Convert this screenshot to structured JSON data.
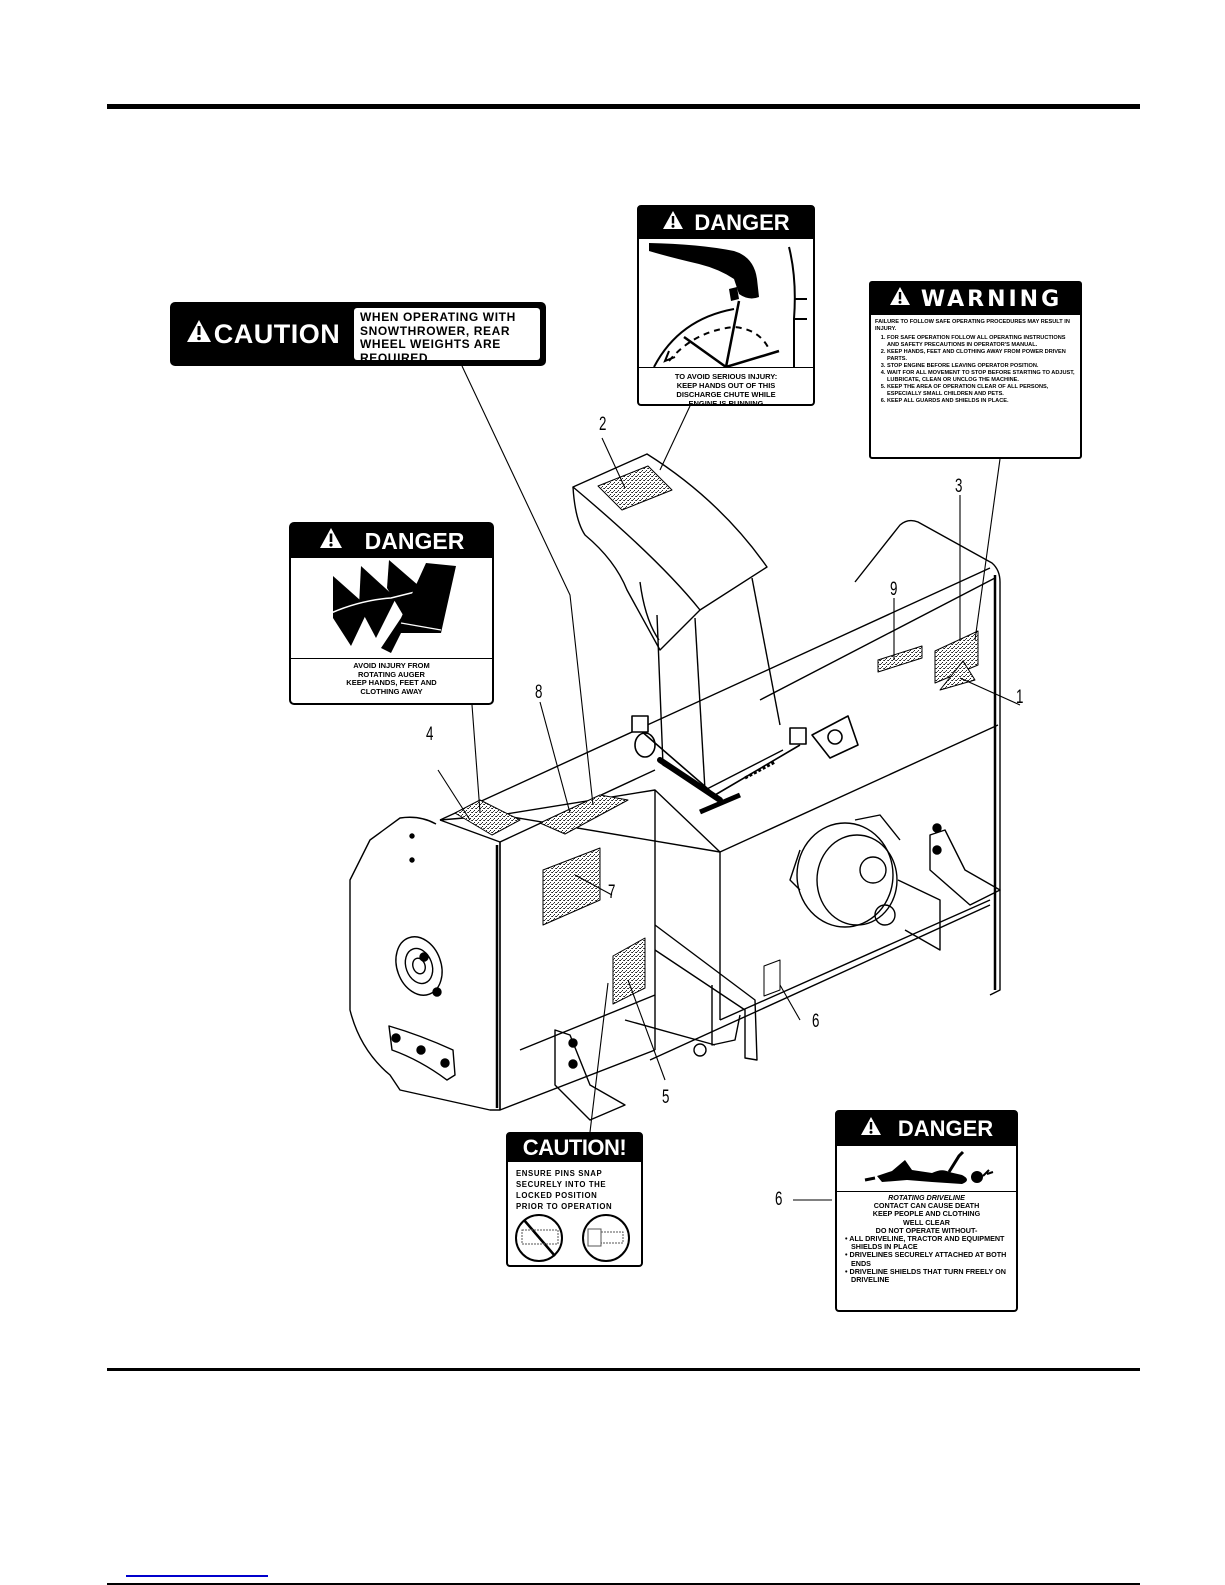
{
  "page": {
    "type": "parts manual page - safety decal locations",
    "footer_link": ""
  },
  "decals": {
    "caution_weights": {
      "header": "CAUTION",
      "icon": "warning-triangle-icon",
      "message": "WHEN OPERATING WITH SNOWTHROWER, REAR WHEEL WEIGHTS ARE REQUIRED."
    },
    "danger_chute": {
      "header": "DANGER",
      "icon": "warning-triangle-icon",
      "pictogram": "hand-in-discharge-chute-icon",
      "lines": [
        "TO AVOID SERIOUS INJURY:",
        "KEEP HANDS OUT OF THIS",
        "DISCHARGE CHUTE WHILE",
        "ENGINE IS RUNNING"
      ]
    },
    "warning_procedures": {
      "header": "WARNING",
      "icon": "warning-triangle-icon",
      "intro": "FAILURE TO FOLLOW SAFE OPERATING PROCEDURES MAY RESULT IN INJURY.",
      "items": [
        "FOR SAFE OPERATION FOLLOW ALL OPERATING INSTRUCTIONS AND SAFETY PRECAUTIONS IN OPERATOR'S MANUAL.",
        "KEEP HANDS, FEET AND CLOTHING AWAY FROM POWER DRIVEN PARTS.",
        "STOP ENGINE BEFORE LEAVING OPERATOR POSITION.",
        "WAIT FOR ALL MOVEMENT TO STOP BEFORE STARTING TO ADJUST, LUBRICATE, CLEAN OR UNCLOG THE MACHINE.",
        "KEEP THE AREA OF OPERATION CLEAR OF ALL PERSONS, ESPECIALLY SMALL CHILDREN AND PETS.",
        "KEEP ALL GUARDS AND SHIELDS IN PLACE."
      ]
    },
    "danger_auger": {
      "header": "DANGER",
      "icon": "warning-triangle-icon",
      "pictogram": "rotating-auger-foot-icon",
      "lines": [
        "AVOID INJURY FROM",
        "ROTATING AUGER",
        "KEEP HANDS, FEET AND",
        "CLOTHING AWAY"
      ]
    },
    "caution_pins": {
      "header": "CAUTION!",
      "pictogram": "pin-lock-position-icon",
      "lines": [
        "ENSURE PINS SNAP",
        "SECURELY INTO THE",
        "LOCKED POSITION",
        "PRIOR TO OPERATION"
      ]
    },
    "danger_driveline": {
      "header": "DANGER",
      "icon": "warning-triangle-icon",
      "pictogram": "person-entangled-driveline-icon",
      "title": "ROTATING DRIVELINE",
      "lines": [
        "CONTACT CAN CAUSE DEATH",
        "KEEP PEOPLE AND CLOTHING",
        "WELL CLEAR",
        "DO NOT OPERATE WITHOUT-"
      ],
      "bullets": [
        "ALL DRIVELINE, TRACTOR AND EQUIPMENT SHIELDS IN PLACE",
        "DRIVELINES SECURELY ATTACHED AT BOTH ENDS",
        "DRIVELINE SHIELDS THAT TURN FREELY ON DRIVELINE"
      ]
    }
  },
  "callouts": [
    "1",
    "2",
    "3",
    "4",
    "5",
    "6",
    "6",
    "7",
    "8",
    "9"
  ],
  "callout_labels": {
    "c1": "1",
    "c2": "2",
    "c3": "3",
    "c4": "4",
    "c5": "5",
    "c6_machine": "6",
    "c6_decal": "6",
    "c7": "7",
    "c8": "8",
    "c9": "9"
  }
}
